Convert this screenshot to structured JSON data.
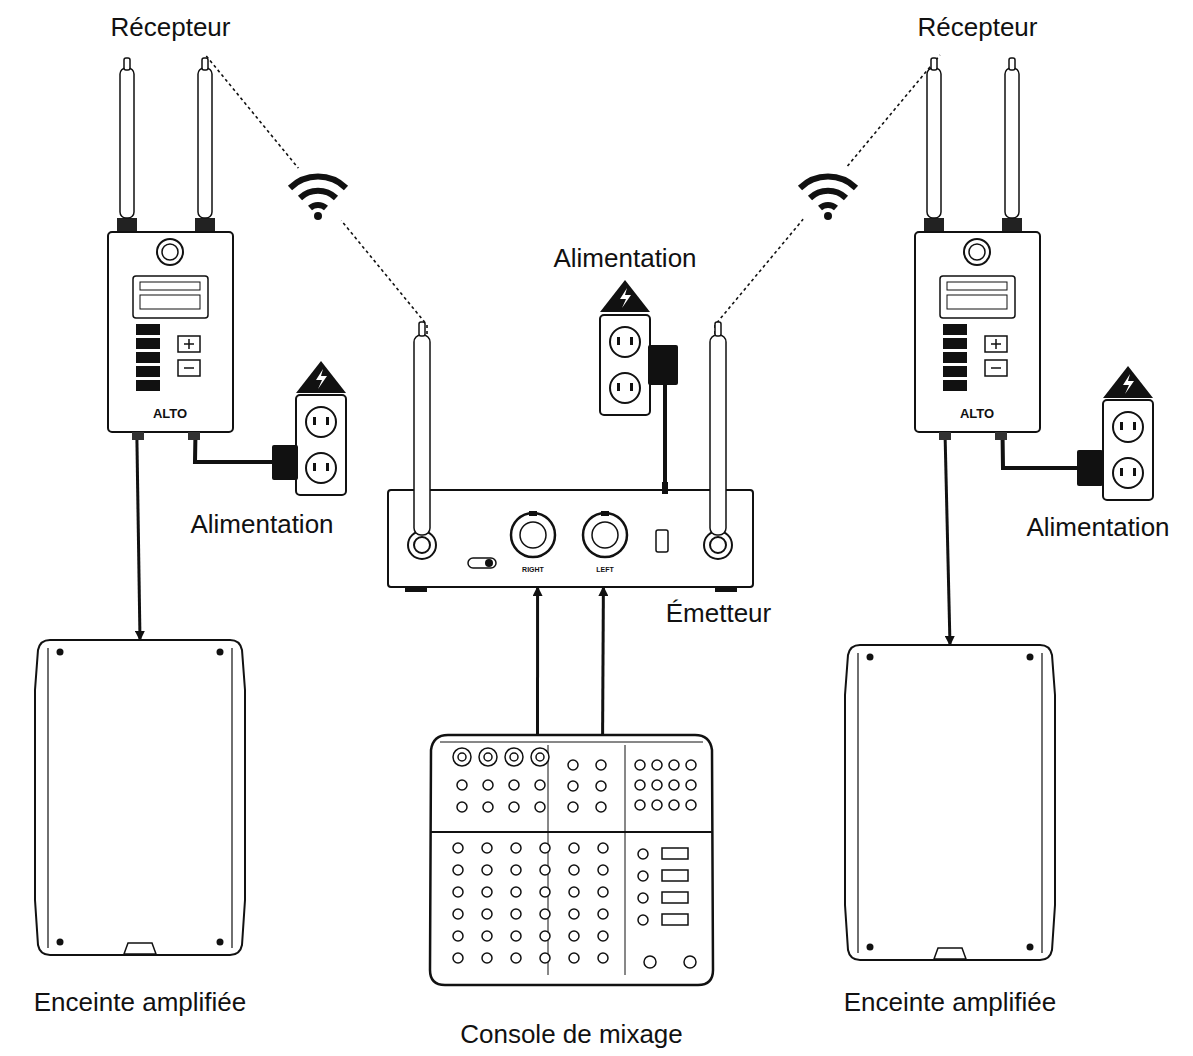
{
  "diagram": {
    "nodes": [
      {
        "text": [
          "Récepteur"
        ]
      },
      {
        "text": [
          "Récepteur"
        ]
      },
      {
        "text": [
          "Alimentation"
        ]
      },
      {
        "text": [
          "Alimentation"
        ]
      },
      {
        "text": [
          "Émetteur"
        ]
      },
      {
        "text": [
          "Alimentation"
        ]
      },
      {
        "text": [
          "Enceinte amplifiée"
        ]
      },
      {
        "text": [
          "Console de mixage"
        ]
      },
      {
        "text": [
          "Enceinte amplifiée"
        ]
      }
    ],
    "edges": [
      {
        "from": 0,
        "to": 6,
        "arrow": "to"
      },
      {
        "from": 1,
        "to": 8,
        "arrow": "to"
      },
      {
        "from": 7,
        "to": 4,
        "arrow": "to"
      },
      {
        "from": 7,
        "to": 4,
        "arrow": "to"
      },
      {
        "from": 4,
        "to": 0,
        "arrow": "none"
      },
      {
        "from": 4,
        "to": 1,
        "arrow": "none"
      },
      {
        "from": 2,
        "to": 4,
        "arrow": "none"
      },
      {
        "from": 3,
        "to": 0,
        "arrow": "none"
      },
      {
        "from": 5,
        "to": 1,
        "arrow": "none"
      }
    ],
    "labels": [
      "RIGHT",
      "LEFT",
      "ALTO",
      "ALTO"
    ]
  }
}
